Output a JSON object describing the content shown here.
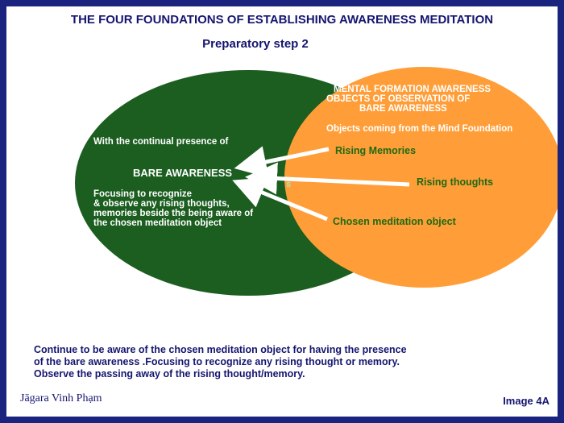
{
  "title": "THE FOUR FOUNDATIONS OF ESTABLISHING AWARENESS MEDITATION",
  "subtitle": "Preparatory step 2",
  "green_ellipse": {
    "presence": "With the continual presence of",
    "bare": "BARE AWARENESS",
    "focus": [
      "Focusing to recognize",
      "& observe any rising  thoughts,",
      "memories  beside  the being aware of",
      "the chosen meditation object"
    ],
    "fragment": "s"
  },
  "orange_ellipse": {
    "heading": [
      "MENTAL FORMATION AWARENESS",
      "OBJECTS OF OBSERVATION OF",
      "BARE AWARENESS"
    ],
    "objects": "Objects coming from the Mind Foundation",
    "memories": "Rising Memories",
    "thoughts": "Rising thoughts",
    "chosen": "Chosen meditation object"
  },
  "bottom_text": [
    "Continue to be aware of the chosen meditation object for having the presence",
    "of the bare awareness .Focusing to recognize any rising thought or memory.",
    "Observe the passing away of the rising thought/memory."
  ],
  "author": "Jāgara Vinh Phạm",
  "image_label": "Image 4A",
  "colors": {
    "frame": "#1a237e",
    "green": "#1b5e20",
    "orange": "#ff9e38",
    "navy_text": "#151570",
    "green_text": "#1e6a12"
  }
}
